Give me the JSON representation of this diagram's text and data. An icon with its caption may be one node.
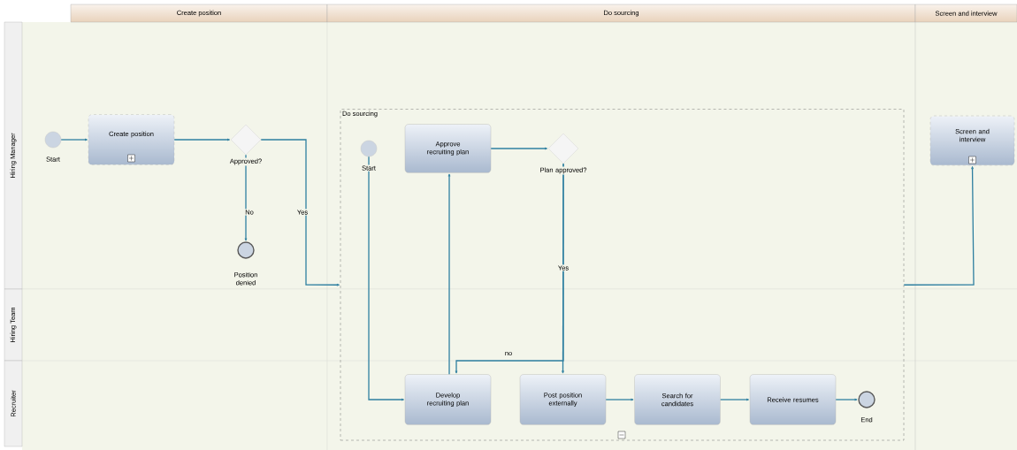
{
  "diagram": {
    "nodes": [
      {
        "text": [
          "Create position"
        ]
      },
      {
        "text": [
          "Do sourcing"
        ]
      },
      {
        "text": [
          "Screen and interview"
        ]
      },
      {
        "text": [
          "Hiring Manager"
        ]
      },
      {
        "text": [
          "Hiring Team"
        ]
      },
      {
        "text": [
          "Recruiter"
        ]
      },
      {
        "text": [],
        "shape": "circle",
        "beside": [
          "Start"
        ]
      },
      {
        "text": [
          "Create position"
        ]
      },
      {
        "text": [],
        "shape": "diamond",
        "beside": [
          "Approved?"
        ]
      },
      {
        "text": [],
        "shape": "circle",
        "beside": [
          "Position denied"
        ]
      },
      {
        "text": [
          "Do sourcing"
        ]
      },
      {
        "text": [],
        "shape": "circle",
        "beside": [
          "Start"
        ],
        "in": 10
      },
      {
        "text": [
          "Approve recruiting plan"
        ],
        "in": 10
      },
      {
        "text": [],
        "shape": "diamond",
        "beside": [
          "Plan approved?"
        ],
        "in": 10
      },
      {
        "text": [
          "Develop recruiting plan"
        ],
        "in": 10
      },
      {
        "text": [
          "Post position externally"
        ],
        "in": 10
      },
      {
        "text": [
          "Search for candidates"
        ],
        "in": 10
      },
      {
        "text": [
          "Receive resumes"
        ],
        "in": 10
      },
      {
        "text": [],
        "shape": "circle",
        "beside": [
          "End"
        ],
        "in": 10
      },
      {
        "text": [
          "Screen and interview"
        ]
      }
    ],
    "edges": [
      {
        "from": 6,
        "to": 7,
        "arrow": "to"
      },
      {
        "from": 7,
        "to": 8,
        "arrow": "to"
      },
      {
        "from": 8,
        "to": 9,
        "arrow": "to",
        "label": "No"
      },
      {
        "from": 8,
        "to": 10,
        "arrow": "to",
        "label": "Yes"
      },
      {
        "from": 11,
        "to": 14,
        "arrow": "to"
      },
      {
        "from": 14,
        "to": 12,
        "arrow": "to"
      },
      {
        "from": 12,
        "to": 13,
        "arrow": "to"
      },
      {
        "from": 13,
        "to": 15,
        "arrow": "to",
        "label": "Yes"
      },
      {
        "from": 13,
        "to": 14,
        "arrow": "to",
        "label": "no"
      },
      {
        "from": 15,
        "to": 16,
        "arrow": "to"
      },
      {
        "from": 16,
        "to": 17,
        "arrow": "to"
      },
      {
        "from": 17,
        "to": 18,
        "arrow": "to"
      },
      {
        "from": 10,
        "to": 19,
        "arrow": "to"
      }
    ]
  }
}
